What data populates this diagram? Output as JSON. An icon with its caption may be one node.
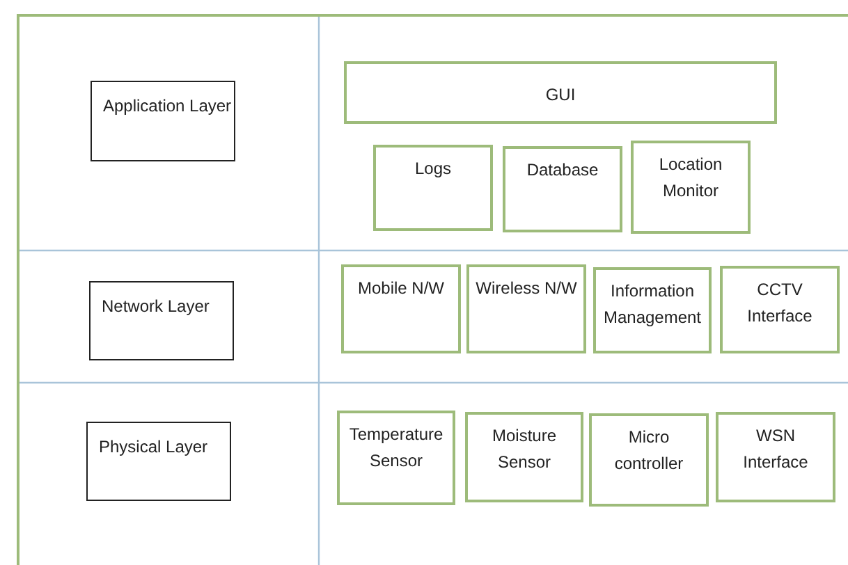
{
  "diagram": {
    "nodes": [
      {
        "text": [
          "Application Layer"
        ]
      },
      {
        "text": [
          "GUI"
        ]
      },
      {
        "text": [
          "Logs"
        ]
      },
      {
        "text": [
          "Database"
        ]
      },
      {
        "text": [
          "Location Monitor"
        ]
      },
      {
        "text": [
          "Network Layer"
        ]
      },
      {
        "text": [
          "Mobile N/W"
        ]
      },
      {
        "text": [
          "Wireless N/W"
        ]
      },
      {
        "text": [
          "Information Management"
        ]
      },
      {
        "text": [
          "CCTV Interface"
        ]
      },
      {
        "text": [
          "Physical Layer"
        ]
      },
      {
        "text": [
          "Temperature Sensor"
        ]
      },
      {
        "text": [
          "Moisture Sensor"
        ]
      },
      {
        "text": [
          "Micro controller"
        ]
      },
      {
        "text": [
          "WSN Interface"
        ]
      }
    ]
  }
}
